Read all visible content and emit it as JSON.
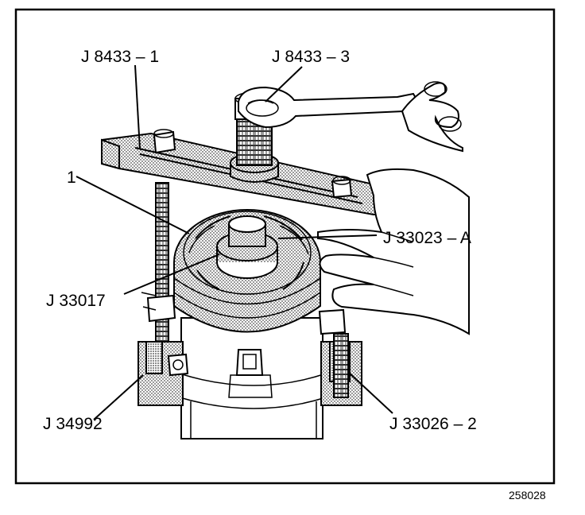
{
  "labels": {
    "tool_bar": "J 8433 – 1",
    "forcing_screw": "J 8433 – 3",
    "item_1": "1",
    "pulley_puller_pilot": "J 33023 – A",
    "hub_adapter": "J 33017",
    "holding_fixture": "J 34992",
    "puller_legs": "J 33026 – 2"
  },
  "figure_number": "258028",
  "colors": {
    "line": "#000000",
    "fill": "#ffffff",
    "stipple": "#000000"
  }
}
